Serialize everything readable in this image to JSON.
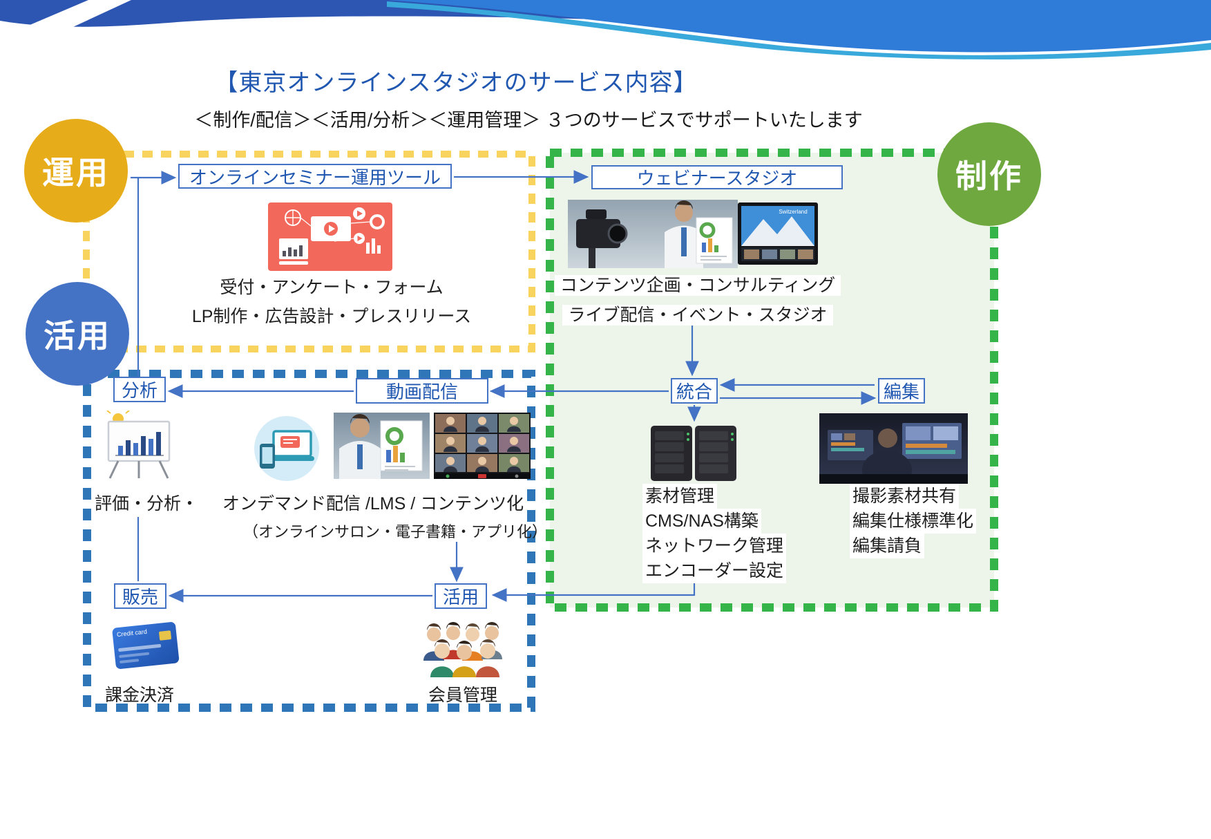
{
  "header": {
    "title": "【東京オンラインスタジオのサービス内容】",
    "subtitle": "＜制作/配信＞＜活用/分析＞＜運用管理＞ ３つのサービスでサポートいたします"
  },
  "circles": {
    "operation": "運用",
    "utilization": "活用",
    "production": "制作"
  },
  "operation_area": {
    "tool_label": "オンラインセミナー運用ツール",
    "caption_1": "受付・アンケート・フォーム",
    "caption_2": "LP制作・広告設計・プレスリリース"
  },
  "production_area": {
    "studio_label": "ウェビナースタジオ",
    "caption_1": "コンテンツ企画・コンサルティング",
    "caption_2": "ライブ配信・イベント・スタジオ",
    "integration_label": "統合",
    "editing_label": "編集",
    "integration_details": [
      "素材管理",
      "CMS/NAS構築",
      "ネットワーク管理",
      "エンコーダー設定"
    ],
    "editing_details": [
      "撮影素材共有",
      "編集仕様標準化",
      "編集請負"
    ],
    "studio_screen_text": "Switzerland"
  },
  "utilization_area": {
    "analysis_label": "分析",
    "delivery_label": "動画配信",
    "analysis_caption": "評価・分析・",
    "delivery_caption": "オンデマンド配信 /LMS / コンテンツ化",
    "delivery_subcaption": "（オンラインサロン・電子書籍・アプリ化）",
    "sales_label": "販売",
    "usage_label": "活用",
    "sales_caption": "課金決済",
    "usage_caption": "会員管理",
    "credit_card_label": "Credit card"
  },
  "colors": {
    "accent_blue": "#4472C4",
    "title_blue": "#2057B0",
    "circle_gold": "#E6AC1A",
    "circle_blue": "#4472C4",
    "circle_green": "#6EA83F",
    "dash_yellow": "#F8D45F",
    "dash_green": "#35B44A",
    "dash_blue": "#2E76B7"
  }
}
